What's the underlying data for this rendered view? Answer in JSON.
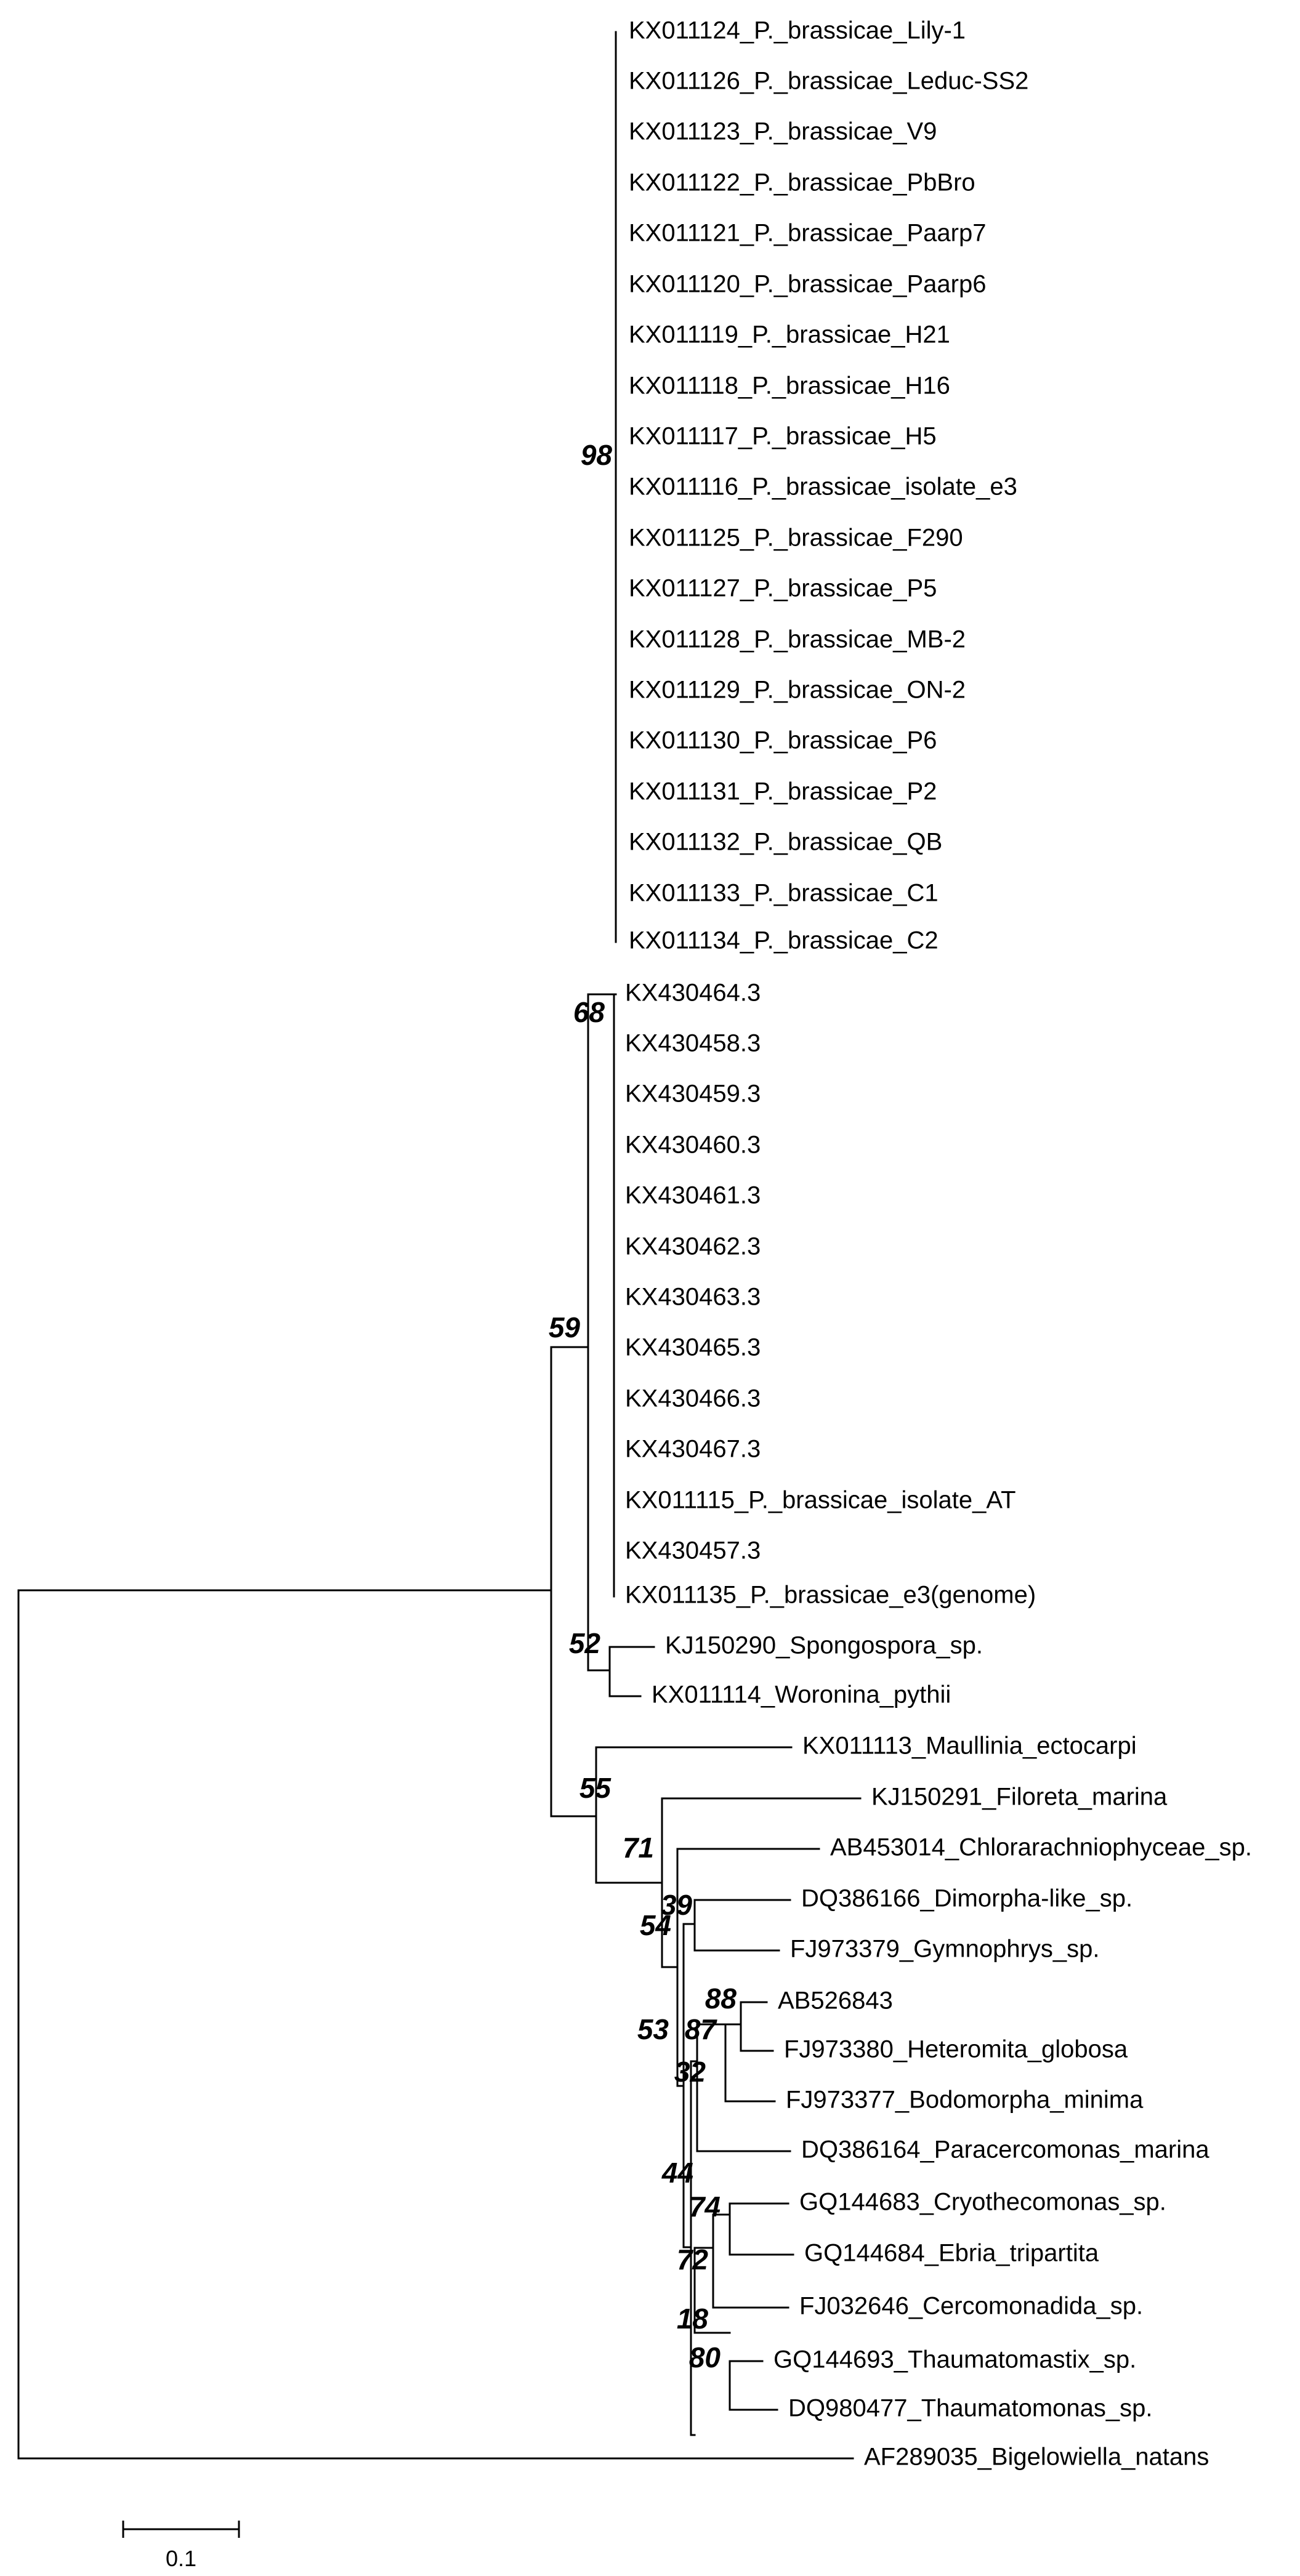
{
  "figure": {
    "type": "phylogenetic-tree",
    "scale_bar_label": "0.1"
  },
  "leaves": [
    "KX011124_P._brassicae_Lily-1",
    "KX011126_P._brassicae_Leduc-SS2",
    "KX011123_P._brassicae_V9",
    "KX011122_P._brassicae_PbBro",
    "KX011121_P._brassicae_Paarp7",
    "KX011120_P._brassicae_Paarp6",
    "KX011119_P._brassicae_H21",
    "KX011118_P._brassicae_H16",
    "KX011117_P._brassicae_H5",
    "KX011116_P._brassicae_isolate_e3",
    "KX011125_P._brassicae_F290",
    "KX011127_P._brassicae_P5",
    "KX011128_P._brassicae_MB-2",
    "KX011129_P._brassicae_ON-2",
    "KX011130_P._brassicae_P6",
    "KX011131_P._brassicae_P2",
    "KX011132_P._brassicae_QB",
    "KX011133_P._brassicae_C1",
    "KX011134_P._brassicae_C2",
    "KX430464.3",
    "KX430458.3",
    "KX430459.3",
    "KX430460.3",
    "KX430461.3",
    "KX430462.3",
    "KX430463.3",
    "KX430465.3",
    "KX430466.3",
    "KX430467.3",
    "KX011115_P._brassicae_isolate_AT",
    "KX430457.3",
    "KX011135_P._brassicae_e3(genome)",
    "KJ150290_Spongospora_sp.",
    "KX011114_Woronina_pythii",
    "KX011113_Maullinia_ectocarpi",
    "KJ150291_Filoreta_marina",
    "AB453014_Chlorarachniophyceae_sp.",
    "DQ386166_Dimorpha-like_sp.",
    "FJ973379_Gymnophrys_sp.",
    "AB526843",
    "FJ973380_Heteromita_globosa",
    "FJ973377_Bodomorpha_minima",
    "DQ386164_Paracercomonas_marina",
    "GQ144683_Cryothecomonas_sp.",
    "GQ144684_Ebria_tripartita",
    "FJ032646_Cercomonadida_sp.",
    "GQ144693_Thaumatomastix_sp.",
    "DQ980477_Thaumatomonas_sp.",
    "AF289035_Bigelowiella_natans"
  ],
  "support_values": [
    "98",
    "68",
    "59",
    "52",
    "55",
    "71",
    "39",
    "54",
    "88",
    "53",
    "87",
    "32",
    "44",
    "74",
    "72",
    "18",
    "80"
  ]
}
